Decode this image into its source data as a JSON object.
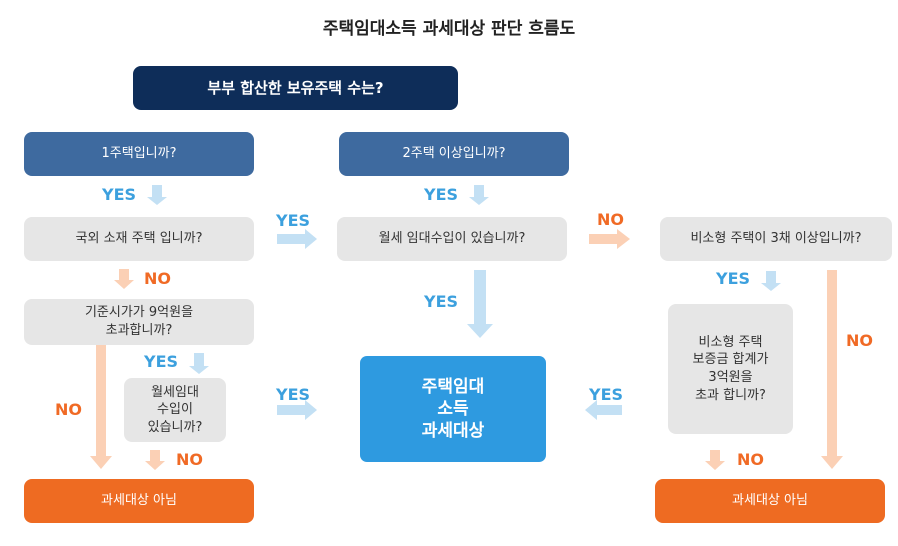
{
  "title": "주택임대소득 과세대상 판단 흐름도",
  "colors": {
    "navy": "#0e2d59",
    "steel": "#3e6a9f",
    "grey_box": "#e6e6e6",
    "orange": "#ee6b22",
    "result_blue": "#2e9ae0",
    "yes_text": "#3ca0de",
    "no_text": "#f06a25",
    "yes_arrow": "#c3e0f4",
    "no_arrow": "#fbd0b5"
  },
  "nodes": {
    "start": "부부 합산한 보유주택 수는?",
    "one_house": "1주택입니까?",
    "two_plus": "2주택 이상입니까?",
    "overseas": "국외 소재 주택 입니까?",
    "monthly_rent_income": "월세 임대수입이 있습니까?",
    "small_house_count": "비소형 주택이 3채 이상입니까?",
    "price_over_9": "기준시가가 9억원을\n초과합니까?",
    "monthly_rent_sub": "월세임대\n수입이\n있습니까?",
    "deposit_over_3": "비소형 주택\n보증금 합계가\n3억원을\n초과 합니까?",
    "taxable": "주택임대\n소득\n과세대상",
    "not_taxable_left": "과세대상 아님",
    "not_taxable_right": "과세대상 아님"
  },
  "labels": {
    "yes": "YES",
    "no": "NO"
  }
}
